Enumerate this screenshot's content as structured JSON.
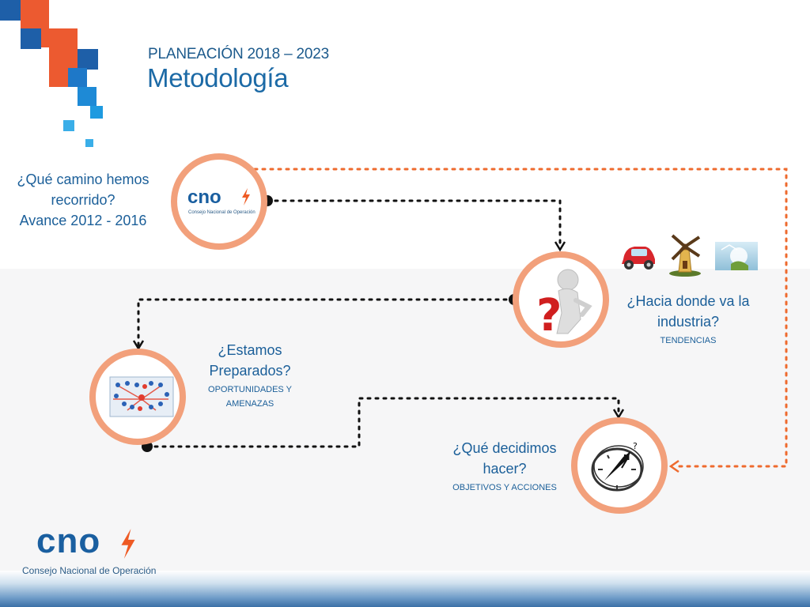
{
  "header": {
    "subtitle": "PLANEACIÓN 2018 – 2023",
    "title": "Metodología"
  },
  "steps": [
    {
      "main_lines": [
        "¿Qué camino hemos",
        "recorrido?",
        "Avance 2012 - 2016"
      ],
      "sub_lines": [],
      "icon": "cno-logo"
    },
    {
      "main_lines": [
        "¿Hacia donde va la",
        "industria?"
      ],
      "sub_lines": [
        "TENDENCIAS"
      ],
      "icon": "question-person"
    },
    {
      "main_lines": [
        "¿Estamos",
        "Preparados?"
      ],
      "sub_lines": [
        "OPORTUNIDADES Y",
        "AMENAZAS"
      ],
      "icon": "network-people"
    },
    {
      "main_lines": [
        "¿Qué decidimos",
        "hacer?"
      ],
      "sub_lines": [
        "OBJETIVOS Y ACCIONES"
      ],
      "icon": "compass"
    }
  ],
  "trend_icons": [
    "car-icon",
    "windmill-icon",
    "globe-icon"
  ],
  "logo": {
    "word": "cno",
    "caption": "Consejo Nacional de Operación"
  },
  "colors": {
    "accent_orange": "#f2a07b",
    "dotted_orange": "#ee6a2e",
    "title_blue": "#1c6aa6",
    "logo_blue": "#1a5fa0",
    "bolt_orange": "#ee5a24"
  }
}
